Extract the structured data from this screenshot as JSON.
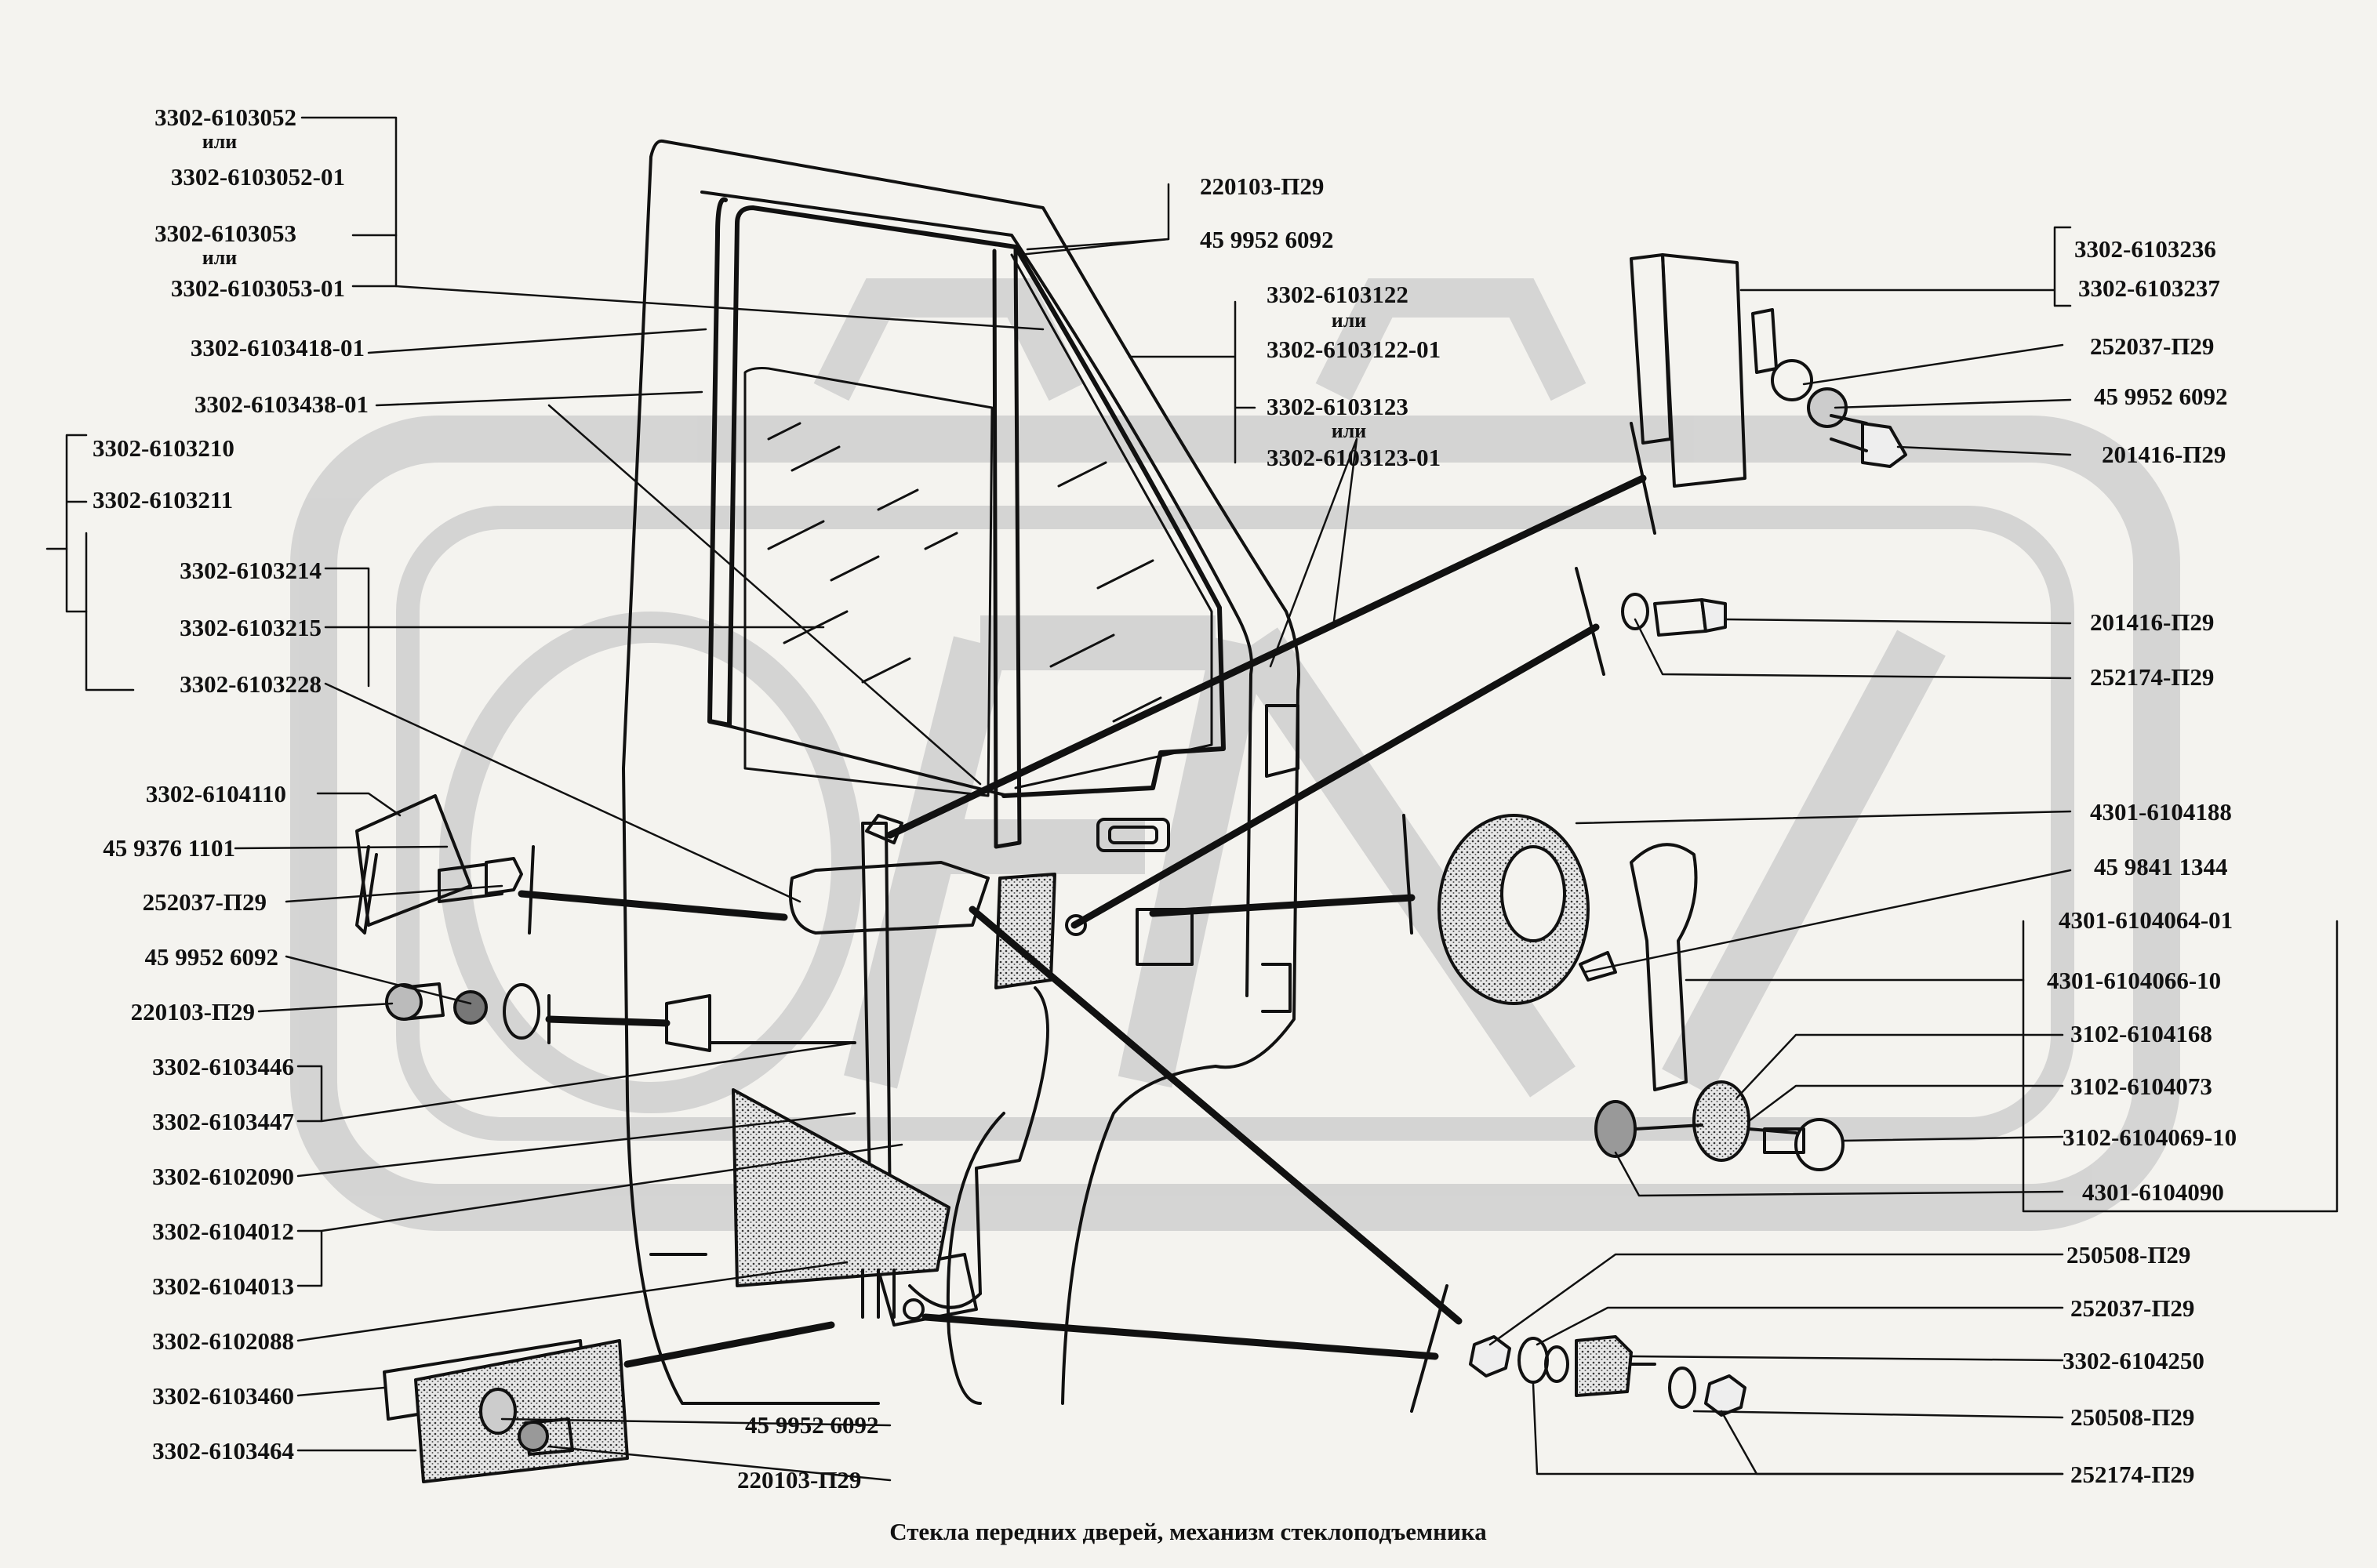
{
  "colors": {
    "background": "#f4f3ef",
    "watermark": "#cfcfcf",
    "line": "#111111"
  },
  "caption": "Стекла передних дверей, механизм  стеклоподъемника",
  "watermark_icon": "gear-watermark-icon",
  "labels": {
    "l01": "3302-6103052",
    "l01a": "или",
    "l02": "3302-6103052-01",
    "l03": "3302-6103053",
    "l03a": "или",
    "l04": "3302-6103053-01",
    "l05": "3302-6103418-01",
    "l06": "3302-6103438-01",
    "l07": "3302-6103210",
    "l08": "3302-6103211",
    "l09": "3302-6103214",
    "l10": "3302-6103215",
    "l11": "3302-6103228",
    "l12": "3302-6104110",
    "l13": "45  9376  1101",
    "l14": "252037-П29",
    "l15": "45  9952  6092",
    "l16": "220103-П29",
    "l17": "3302-6103446",
    "l18": "3302-6103447",
    "l19": "3302-6102090",
    "l20": "3302-6104012",
    "l21": "3302-6104013",
    "l22": "3302-6102088",
    "l23": "3302-6103460",
    "l24": "3302-6103464",
    "b01": "45  9952  6092",
    "b02": "220103-П29",
    "t01": "220103-П29",
    "t02": "45  9952  6092",
    "t03": "3302-6103122",
    "t03a": "или",
    "t04": "3302-6103122-01",
    "t05": "3302-6103123",
    "t05a": "или",
    "t06": "3302-6103123-01",
    "r01": "3302-6103236",
    "r02": "3302-6103237",
    "r03": "252037-П29",
    "r04": "45  9952  6092",
    "r05": "201416-П29",
    "r06": "201416-П29",
    "r07": "252174-П29",
    "r08": "4301-6104188",
    "r09": "45  9841  1344",
    "r10": "4301-6104064-01",
    "r11": "4301-6104066-10",
    "r12": "3102-6104168",
    "r13": "3102-6104073",
    "r14": "3102-6104069-10",
    "r15": "4301-6104090",
    "r16": "250508-П29",
    "r17": "252037-П29",
    "r18": "3302-6104250",
    "r19": "250508-П29",
    "r20": "252174-П29"
  }
}
